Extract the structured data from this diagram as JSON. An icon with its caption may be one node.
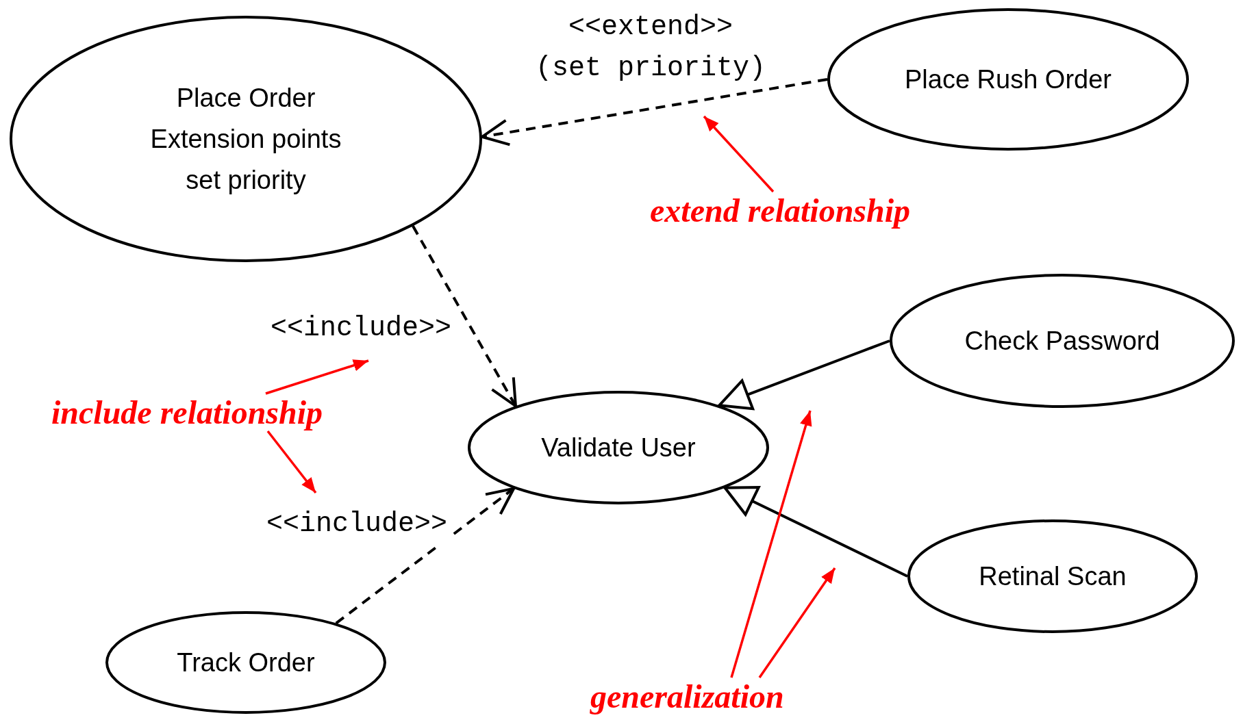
{
  "diagram": {
    "nodes": [
      {
        "text": [
          "Place Order",
          "Extension points",
          "set priority"
        ]
      },
      {
        "text": [
          "Place Rush Order"
        ]
      },
      {
        "text": [
          "Check Password"
        ]
      },
      {
        "text": [
          "Validate User"
        ]
      },
      {
        "text": [
          "Retinal Scan"
        ]
      },
      {
        "text": [
          "Track Order"
        ]
      },
      {
        "text": [
          "extend relationship"
        ]
      },
      {
        "text": [
          "include relationship"
        ]
      },
      {
        "text": [
          "generalization"
        ]
      }
    ],
    "edges": [
      {
        "from": 1,
        "to": 0,
        "arrow": "to",
        "style": "dashed",
        "label": "<<extend>> (set priority)"
      },
      {
        "from": 0,
        "to": 3,
        "arrow": "to",
        "style": "dashed",
        "label": "<<include>>"
      },
      {
        "from": 5,
        "to": 3,
        "arrow": "to",
        "style": "dashed",
        "label": "<<include>>"
      },
      {
        "from": 2,
        "to": 3,
        "arrow": "to"
      },
      {
        "from": 4,
        "to": 3,
        "arrow": "to"
      },
      {
        "from": 6,
        "to": null,
        "arrow": "to",
        "color": "#ff0000"
      },
      {
        "from": 7,
        "to": null,
        "arrow": "to",
        "color": "#ff0000"
      },
      {
        "from": 7,
        "to": null,
        "arrow": "to",
        "color": "#ff0000"
      },
      {
        "from": 8,
        "to": null,
        "arrow": "to",
        "color": "#ff0000"
      },
      {
        "from": 8,
        "to": null,
        "arrow": "to",
        "color": "#ff0000"
      }
    ]
  }
}
